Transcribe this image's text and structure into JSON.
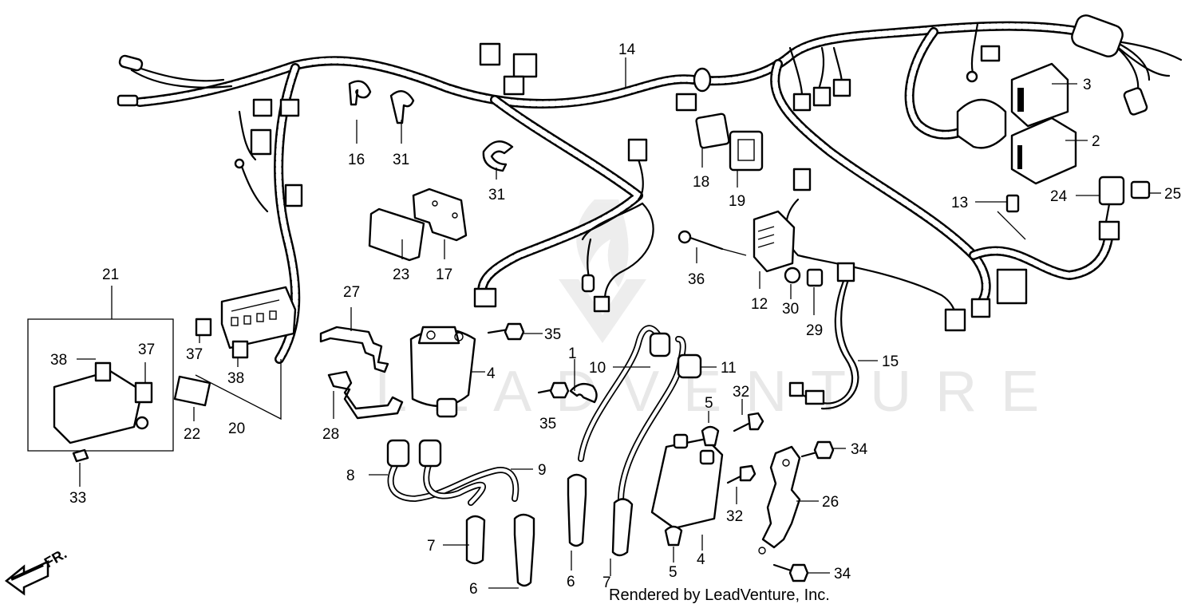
{
  "diagram": {
    "callouts": {
      "c14": "14",
      "c3": "3",
      "c2": "2",
      "c25": "25",
      "c24": "24",
      "c13": "13",
      "c16": "16",
      "c31a": "31",
      "c31b": "31",
      "c18": "18",
      "c19": "19",
      "c17": "17",
      "c23": "23",
      "c36": "36",
      "c12": "12",
      "c30": "30",
      "c29": "29",
      "c21": "21",
      "c27": "27",
      "c35a": "35",
      "c35b": "35",
      "c1": "1",
      "c4a": "4",
      "c10": "10",
      "c11": "11",
      "c15": "15",
      "c38a": "38",
      "c37a": "37",
      "c37b": "37",
      "c38b": "38",
      "c22": "22",
      "c20": "20",
      "c28": "28",
      "c32a": "32",
      "c32b": "32",
      "c5a": "5",
      "c5b": "5",
      "c34a": "34",
      "c34b": "34",
      "c26": "26",
      "c8": "8",
      "c9": "9",
      "c33": "33",
      "c7a": "7",
      "c7b": "7",
      "c6a": "6",
      "c6b": "6",
      "c4b": "4"
    },
    "direction_label": "FR.",
    "credit": "Rendered by LeadVenture, Inc.",
    "watermark": "LEADVENTURE"
  }
}
